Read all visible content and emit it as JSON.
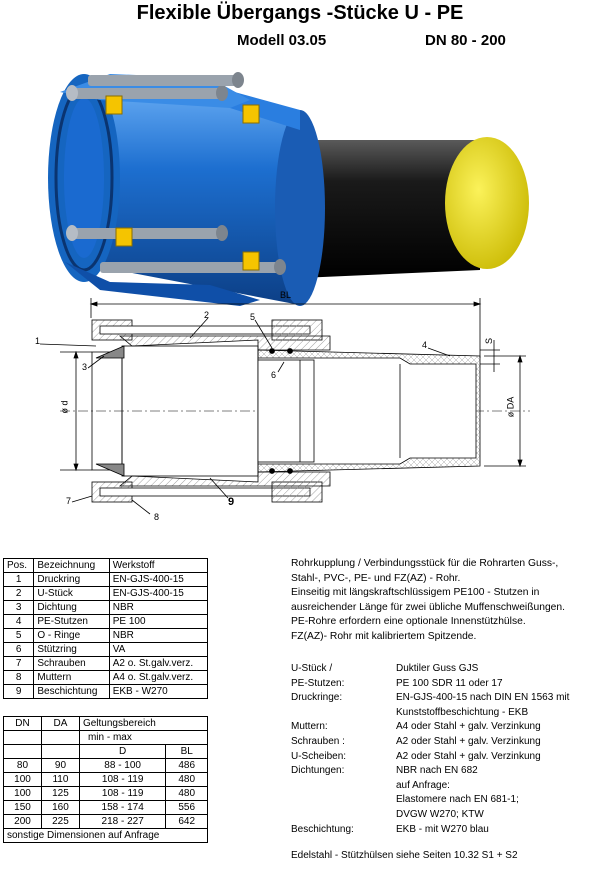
{
  "header": {
    "title": "Flexible Übergangs -Stücke U - PE",
    "model": "Modell  03.05",
    "dn_range": "DN 80 - 200"
  },
  "drawing": {
    "bl": "BL",
    "s": "S",
    "od": "ø d",
    "oda": "ø DA",
    "callouts": [
      "1",
      "2",
      "3",
      "4",
      "5",
      "6",
      "7",
      "8",
      "9"
    ]
  },
  "colors": {
    "body_blue": "#1d6fd0",
    "bolt_gray": "#9aa3ad",
    "nut_yellow": "#f5c400",
    "pipe_black": "#1a1a1a",
    "cap_yellow": "#f3e300"
  },
  "parts_table": {
    "headers": [
      "Pos.",
      "Bezeichnung",
      "Werkstoff"
    ],
    "rows": [
      [
        "1",
        "Druckring",
        "EN-GJS-400-15"
      ],
      [
        "2",
        "U-Stück",
        "EN-GJS-400-15"
      ],
      [
        "3",
        "Dichtung",
        "NBR"
      ],
      [
        "4",
        "PE-Stutzen",
        "PE 100"
      ],
      [
        "5",
        "O - Ringe",
        "NBR"
      ],
      [
        "6",
        "Stützring",
        "VA"
      ],
      [
        "7",
        "Schrauben",
        "A2 o. St.galv.verz."
      ],
      [
        "8",
        "Muttern",
        "A4 o. St.galv.verz."
      ],
      [
        "9",
        "Beschichtung",
        "EKB - W270"
      ]
    ]
  },
  "dim_table": {
    "h1": [
      "DN",
      "DA",
      "Geltungsbereich"
    ],
    "h2": "min - max",
    "h3": [
      "D",
      "BL"
    ],
    "rows": [
      [
        "80",
        "90",
        "88 - 100",
        "486"
      ],
      [
        "100",
        "110",
        "108 - 119",
        "480"
      ],
      [
        "100",
        "125",
        "108 - 119",
        "480"
      ],
      [
        "150",
        "160",
        "158 - 174",
        "556"
      ],
      [
        "200",
        "225",
        "218 - 227",
        "642"
      ]
    ],
    "footer": "sonstige Dimensionen auf Anfrage"
  },
  "description": [
    "Rohrkupplung / Verbindungsstück für die Rohrarten Guss-,",
    "Stahl-, PVC-, PE- und FZ(AZ) - Rohr.",
    "Einseitig mit längskraftschlüssigem PE100 - Stutzen in",
    "ausreichender Länge für zwei übliche Muffenschweißungen.",
    "PE-Rohre erfordern eine optionale Innenstützhülse.",
    "FZ(AZ)- Rohr mit kalibriertem Spitzende."
  ],
  "specs": [
    {
      "k": "U-Stück /",
      "v": "Duktiler Guss GJS"
    },
    {
      "k": "PE-Stutzen:",
      "v": "PE 100  SDR 11 oder 17"
    },
    {
      "k": "Druckringe:",
      "v": "EN-GJS-400-15 nach DIN EN 1563 mit"
    },
    {
      "k": "",
      "v": "Kunststoffbeschichtung - EKB"
    },
    {
      "k": "Muttern:",
      "v": "A4 oder Stahl + galv. Verzinkung"
    },
    {
      "k": "Schrauben :",
      "v": "A2 oder Stahl + galv. Verzinkung"
    },
    {
      "k": "U-Scheiben:",
      "v": "A2 oder Stahl + galv. Verzinkung"
    },
    {
      "k": "Dichtungen:",
      "v": "NBR nach EN 682"
    },
    {
      "k": "",
      "v": "auf Anfrage:"
    },
    {
      "k": "",
      "v": "Elastomere nach EN 681-1;"
    },
    {
      "k": "",
      "v": "DVGW W270; KTW"
    },
    {
      "k": "Beschichtung:",
      "v": "EKB - mit W270 blau"
    }
  ],
  "footnote": "Edelstahl - Stützhülsen siehe Seiten 10.32 S1 + S2"
}
